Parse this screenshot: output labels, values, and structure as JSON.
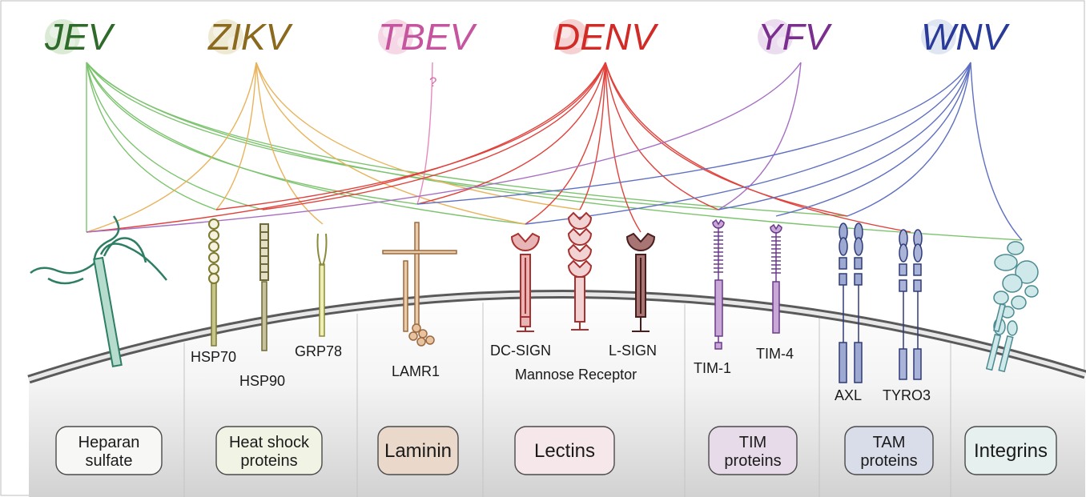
{
  "viruses": [
    {
      "name": "JEV",
      "color": "#2e6b2a",
      "blob": "#cfe3c7"
    },
    {
      "name": "ZIKV",
      "color": "#8b6a1f",
      "blob": "#e7e1c4"
    },
    {
      "name": "TBEV",
      "color": "#c6559f",
      "blob": "#f2c9dc"
    },
    {
      "name": "DENV",
      "color": "#d12b28",
      "blob": "#f3c2c2"
    },
    {
      "name": "YFV",
      "color": "#7a2f8e",
      "blob": "#e4d2ea"
    },
    {
      "name": "WNV",
      "color": "#2a3a98",
      "blob": "#d6dcee"
    }
  ],
  "question_mark": "?",
  "receptors": {
    "hsp70": "HSP70",
    "hsp90": "HSP90",
    "grp78": "GRP78",
    "lamr1": "LAMR1",
    "dcsign": "DC-SIGN",
    "lsign": "L-SIGN",
    "mannose": "Mannose Receptor",
    "tim1": "TIM-1",
    "tim4": "TIM-4",
    "axl": "AXL",
    "tyro3": "TYRO3"
  },
  "families": [
    {
      "line1": "Heparan",
      "line2": "sulfate",
      "fill": "#f7f8f6"
    },
    {
      "line1": "Heat shock",
      "line2": "proteins",
      "fill": "#f1f3e4"
    },
    {
      "line1": "Laminin",
      "line2": "",
      "fill": "#ead8cb"
    },
    {
      "line1": "Lectins",
      "line2": "",
      "fill": "#f6e7ea"
    },
    {
      "line1": "TIM",
      "line2": "proteins",
      "fill": "#e8dbe9"
    },
    {
      "line1": "TAM",
      "line2": "proteins",
      "fill": "#d9dde9"
    },
    {
      "line1": "Integrins",
      "line2": "",
      "fill": "#e6f1ef"
    }
  ]
}
